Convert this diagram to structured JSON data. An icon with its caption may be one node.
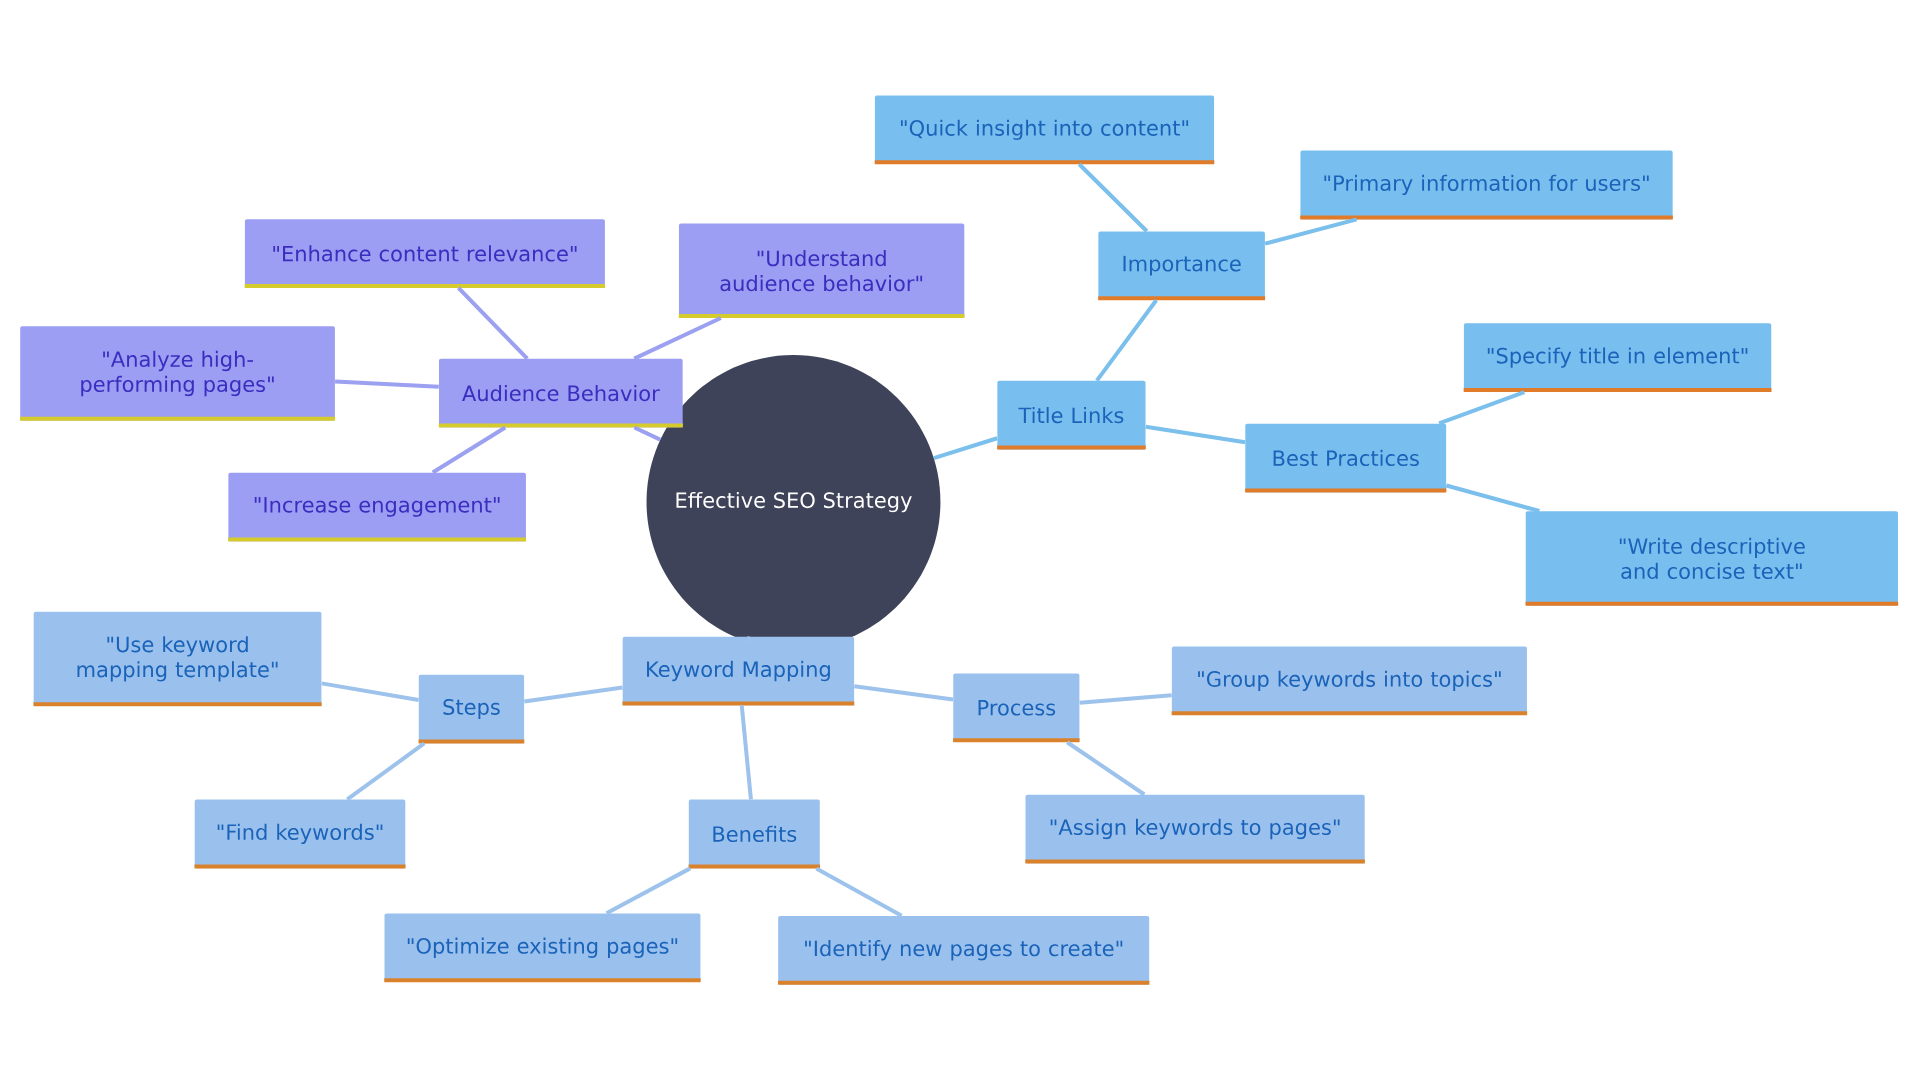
{
  "diagram": {
    "nodes": [
      {
        "text": [
          "Effective SEO Strategy"
        ]
      },
      {
        "text": [
          "Title Links"
        ]
      },
      {
        "text": [
          "Importance"
        ]
      },
      {
        "text": [
          "\"Quick insight into content\""
        ]
      },
      {
        "text": [
          "\"Primary information for users\""
        ]
      },
      {
        "text": [
          "Best Practices"
        ]
      },
      {
        "text": [
          "\"Specify title in element\""
        ]
      },
      {
        "text": [
          "\"Write descriptive and concise text\""
        ]
      },
      {
        "text": [
          "Keyword Mapping"
        ]
      },
      {
        "text": [
          "Steps"
        ]
      },
      {
        "text": [
          "\"Use keyword mapping template\""
        ]
      },
      {
        "text": [
          "\"Find keywords\""
        ]
      },
      {
        "text": [
          "Benefits"
        ]
      },
      {
        "text": [
          "\"Optimize existing pages\""
        ]
      },
      {
        "text": [
          "\"Identify new pages to create\""
        ]
      },
      {
        "text": [
          "Process"
        ]
      },
      {
        "text": [
          "\"Group keywords into topics\""
        ]
      },
      {
        "text": [
          "\"Assign keywords to pages\""
        ]
      },
      {
        "text": [
          "Audience Behavior"
        ]
      },
      {
        "text": [
          "\"Enhance content relevance\""
        ]
      },
      {
        "text": [
          "\"Understand audience behavior\""
        ]
      },
      {
        "text": [
          "\"Analyze high-performing pages\""
        ]
      },
      {
        "text": [
          "\"Increase engagement\""
        ]
      }
    ],
    "edges": [
      {
        "from": 0,
        "to": 1,
        "arrow": "none",
        "color": "#7bbfec"
      },
      {
        "from": 1,
        "to": 2,
        "arrow": "none",
        "color": "#7bbfec"
      },
      {
        "from": 2,
        "to": 3,
        "arrow": "none",
        "color": "#7bbfec"
      },
      {
        "from": 2,
        "to": 4,
        "arrow": "none",
        "color": "#7bbfec"
      },
      {
        "from": 1,
        "to": 5,
        "arrow": "none",
        "color": "#7bbfec"
      },
      {
        "from": 5,
        "to": 6,
        "arrow": "none",
        "color": "#7bbfec"
      },
      {
        "from": 5,
        "to": 7,
        "arrow": "none",
        "color": "#7bbfec"
      },
      {
        "from": 0,
        "to": 8,
        "arrow": "none"
      },
      {
        "from": 8,
        "to": 9,
        "arrow": "none"
      },
      {
        "from": 9,
        "to": 10,
        "arrow": "none"
      },
      {
        "from": 9,
        "to": 11,
        "arrow": "none"
      },
      {
        "from": 8,
        "to": 12,
        "arrow": "none"
      },
      {
        "from": 12,
        "to": 13,
        "arrow": "none"
      },
      {
        "from": 12,
        "to": 14,
        "arrow": "none"
      },
      {
        "from": 8,
        "to": 15,
        "arrow": "none"
      },
      {
        "from": 15,
        "to": 16,
        "arrow": "none"
      },
      {
        "from": 15,
        "to": 17,
        "arrow": "none"
      },
      {
        "from": 0,
        "to": 18,
        "arrow": "none",
        "color": "#9ba0f0"
      },
      {
        "from": 18,
        "to": 19,
        "arrow": "none",
        "color": "#9ba0f0"
      },
      {
        "from": 18,
        "to": 20,
        "arrow": "none",
        "color": "#9ba0f0"
      },
      {
        "from": 18,
        "to": 21,
        "arrow": "none",
        "color": "#9ba0f0"
      },
      {
        "from": 18,
        "to": 22,
        "arrow": "none",
        "color": "#9ba0f0"
      }
    ]
  }
}
